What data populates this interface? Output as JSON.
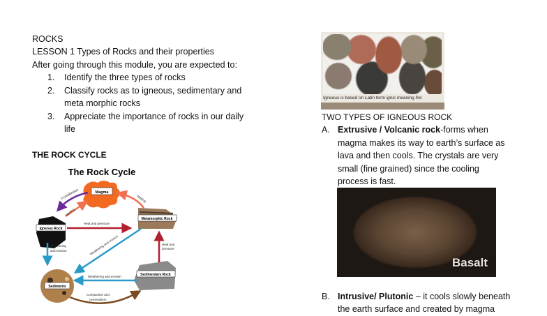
{
  "left": {
    "heading": "ROCKS",
    "lesson": "LESSON 1 Types of Rocks and their properties",
    "intro": "After going through this module, you are expected to:",
    "objectives": [
      {
        "num": "1.",
        "lines": [
          "Identify the three types of rocks"
        ]
      },
      {
        "num": "2.",
        "lines": [
          "Classify rocks as to igneous, sedimentary and",
          "meta morphic rocks"
        ]
      },
      {
        "num": "3.",
        "lines": [
          "Appreciate the importance of rocks in our daily",
          "life"
        ]
      }
    ],
    "rock_cycle_heading": "THE ROCK CYCLE",
    "diagram": {
      "title": "The Rock Cycle",
      "nodes": {
        "magma": "Magma",
        "igneous": "Igneous Rock",
        "metamorphic": "Metamorphic Rock",
        "sedimentary": "Sedimentary Rock",
        "sediments": "Sediments"
      },
      "arrows": {
        "crystallization": "Crystallization",
        "melting1": "Melting",
        "melting2": "Melting",
        "heat_pressure1": "Heat and pressure",
        "heat_pressure2a": "Heat and",
        "heat_pressure2b": "pressure",
        "weathering1a": "Weathering",
        "weathering1b": "and erosion",
        "weathering2": "Weathering and erosion",
        "weathering3": "Weathering and erosion",
        "compaction_a": "Compaction and",
        "compaction_b": "cementation"
      }
    }
  },
  "right": {
    "photo_caption_pre": "Igneous is based on Latin term ",
    "photo_caption_em1": "ignis",
    "photo_caption_mid": " meaning ",
    "photo_caption_em2": "fire",
    "types_heading": "TWO TYPES OF IGNEOUS ROCK",
    "a": {
      "letter": "A.",
      "bold": "Extrusive / Volcanic rock",
      "lines": [
        "-forms when",
        "magma makes its way to earth’s surface as",
        "lava and then cools. The crystals are very",
        "small (fine grained) since the cooling",
        "process is fast."
      ]
    },
    "basalt_label": "Basalt",
    "b": {
      "letter": "B.",
      "bold": "Intrusive/ Plutonic",
      "lines": [
        " – it cools slowly beneath",
        "the earth surface and created by magma"
      ]
    }
  }
}
